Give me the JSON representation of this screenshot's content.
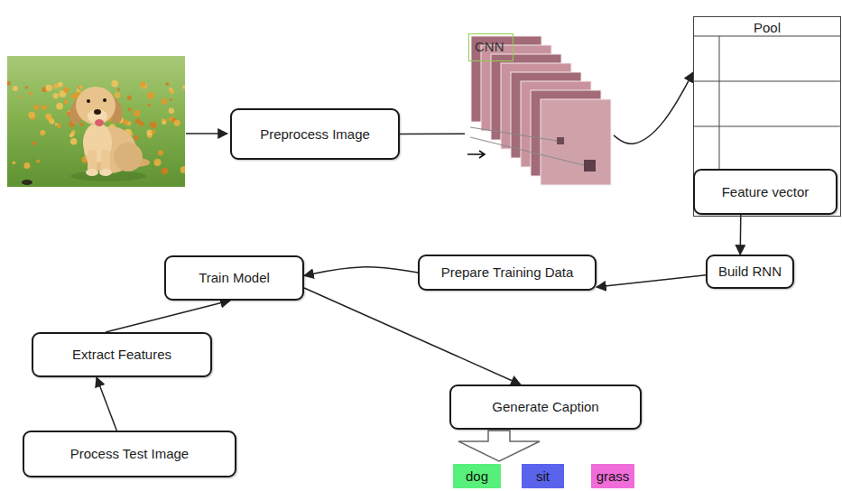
{
  "diagram": {
    "nodes": [
      {
        "text": [
          "Preprocess Image"
        ]
      },
      {
        "text": [
          "CNN"
        ]
      },
      {
        "text": [
          "Pool"
        ]
      },
      {
        "text": [
          "Feature vector"
        ],
        "in": 2
      },
      {
        "text": [
          "Build RNN"
        ]
      },
      {
        "text": [
          "Prepare Training Data"
        ]
      },
      {
        "text": [
          "Train Model"
        ]
      },
      {
        "text": [
          "Extract Features"
        ]
      },
      {
        "text": [
          "Generate Caption"
        ]
      },
      {
        "text": [
          "Process Test Image"
        ]
      },
      {
        "text": [
          "dog"
        ]
      },
      {
        "text": [
          "sit"
        ]
      },
      {
        "text": [
          "grass"
        ]
      }
    ],
    "edges": [
      {
        "from": 0,
        "to": 1,
        "arrow": "none"
      },
      {
        "from": 1,
        "to": 2,
        "arrow": "to"
      },
      {
        "from": 3,
        "to": 4,
        "arrow": "to"
      },
      {
        "from": 4,
        "to": 5,
        "arrow": "to"
      },
      {
        "from": 5,
        "to": 6,
        "arrow": "to"
      },
      {
        "from": 7,
        "to": 6,
        "arrow": "to"
      },
      {
        "from": 9,
        "to": 7,
        "arrow": "to"
      },
      {
        "from": 6,
        "to": 8,
        "arrow": "to"
      }
    ]
  }
}
